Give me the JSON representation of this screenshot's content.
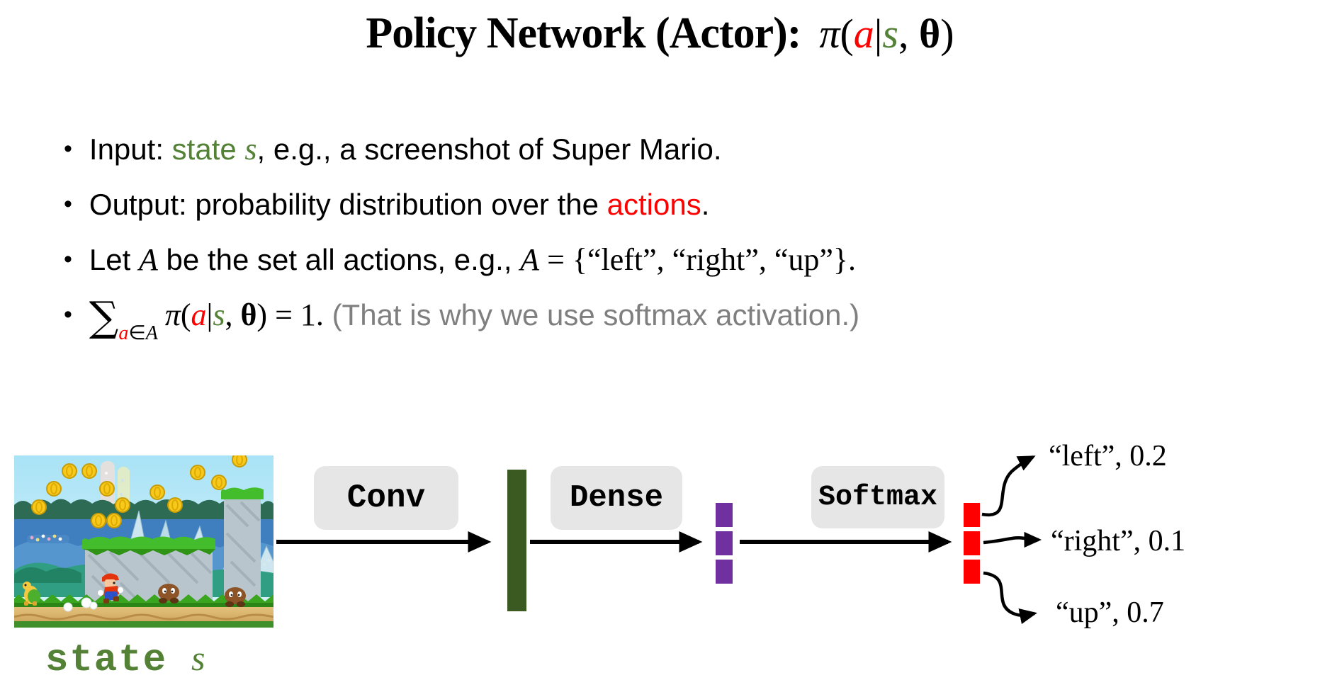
{
  "title": {
    "text": "Policy Network (Actor):",
    "math": {
      "pi": "π",
      "open": "(",
      "a": "a",
      "given": "|",
      "s": "s",
      "comma": ", ",
      "theta": "θ",
      "close": ")"
    }
  },
  "bullets": {
    "marker": "•",
    "b1": {
      "pre": "Input: ",
      "state_text": "state ",
      "state_var": "s",
      "post": ", e.g., a screenshot of Super Mario."
    },
    "b2": {
      "pre": "Output: probability distribution over the ",
      "actions_text": "actions",
      "post": "."
    },
    "b3": {
      "pre": "Let ",
      "set_symbol_1": "A",
      "mid": " be the set all actions, e.g., ",
      "set_symbol_2": "A",
      "set_def": " = {“left”, “right”, “up”}."
    },
    "b4": {
      "sum": "∑",
      "sub_a": "a",
      "sub_in": "∈",
      "sub_A": "A",
      "pi": "π",
      "open": "(",
      "a": "a",
      "given": "|",
      "s": "s",
      "comma": ", ",
      "theta": "θ",
      "close": ")",
      "equals_one": " = 1.",
      "note": " (That is why we use softmax activation.)"
    }
  },
  "diagram": {
    "conv_label": "Conv",
    "dense_label": "Dense",
    "softmax_label": "Softmax",
    "state_label": "state",
    "state_var": "s",
    "outputs": [
      {
        "action": "left",
        "probability": 0.2,
        "label": "“left”, 0.2"
      },
      {
        "action": "right",
        "probability": 0.1,
        "label": "“right”, 0.1"
      },
      {
        "action": "up",
        "probability": 0.7,
        "label": "“up”, 0.7"
      }
    ],
    "colors": {
      "green_text": "#538135",
      "red_text": "#ff0000",
      "gray_text": "#7f7f7f",
      "layer_box_bg": "#e7e6e6",
      "feature_bar": "#3b5a21",
      "hidden_units": "#7030a0",
      "output_units": "#ff0000"
    }
  }
}
